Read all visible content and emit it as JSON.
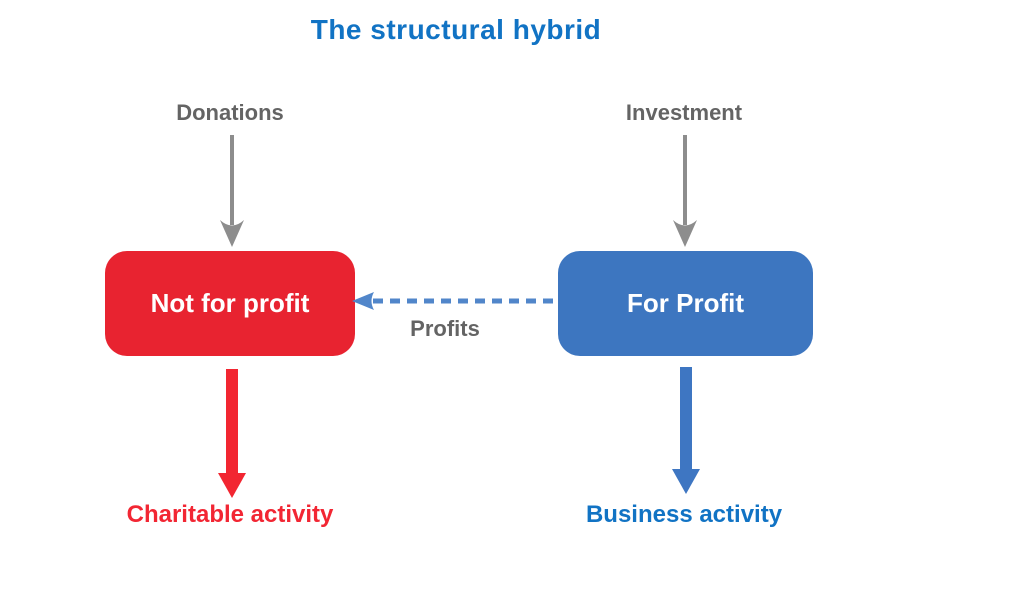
{
  "title": {
    "text": "The structural hybrid",
    "color": "#1173c4"
  },
  "inputs": {
    "donations": {
      "label": "Donations"
    },
    "investment": {
      "label": "Investment"
    }
  },
  "boxes": {
    "not_for_profit": {
      "label": "Not for profit",
      "color": "#e82330"
    },
    "for_profit": {
      "label": "For Profit",
      "color": "#3d76c0"
    }
  },
  "flows": {
    "profits": {
      "label": "Profits",
      "arrow_color": "#5186ca",
      "label_color": "#646464"
    }
  },
  "outcomes": {
    "charitable": {
      "label": "Charitable activity",
      "color": "#f22633"
    },
    "business": {
      "label": "Business activity",
      "color": "#1173c4"
    }
  },
  "icons": {
    "donations_arrow": "gray-down-arrow",
    "investment_arrow": "gray-down-arrow",
    "profits_arrow": "blue-dashed-left-arrow",
    "charitable_arrow": "red-thick-down-arrow",
    "business_arrow": "blue-thick-down-arrow"
  },
  "colors": {
    "label_gray": "#646464",
    "arrow_gray": "#8d8d8d",
    "background": "#ffffff"
  }
}
